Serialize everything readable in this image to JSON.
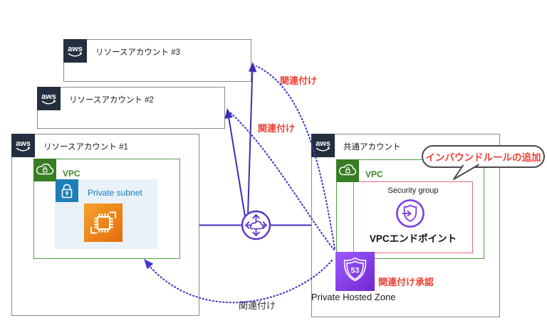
{
  "d": {
    "accounts": {
      "r3": "リソースアカウント #3",
      "r2": "リソースアカウント #2",
      "r1": "リソースアカウント #1",
      "shared": "共通アカウント"
    },
    "aws_logo": "aws",
    "labels": {
      "vpc": "VPC",
      "private_subnet": "Private subnet",
      "security_group": "Security group",
      "vpc_endpoint": "VPCエンドポイント",
      "hosted_zone": "Private Hosted Zone",
      "r53_number": "53",
      "association": "関連付け",
      "approval": "関連付け承認",
      "callout": "インバウンドルールの追加"
    },
    "colors": {
      "line_purple": "#3d2eb3",
      "dotted_purple": "#4038c6",
      "endpoint_purple": "#7b3fe0",
      "route53_purple": "#8c4fff",
      "vpc_green": "#3f8624",
      "subnet_blue": "#1e7fb8",
      "compute_orange": "#ed7100",
      "alert_red": "#ee4034",
      "security_group_red": "#e86a76",
      "aws_navy": "#232f3e",
      "box_border_gray": "#828a92"
    }
  }
}
